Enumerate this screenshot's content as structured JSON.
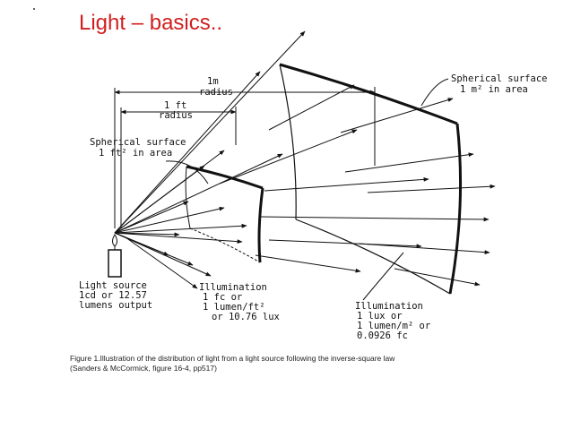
{
  "slide": {
    "title": "Light – basics.."
  },
  "figure": {
    "labels": {
      "radius_1m_l1": "1m",
      "radius_1m_l2": "radius",
      "radius_1ft_l1": "1 ft",
      "radius_1ft_l2": "radius",
      "small_surface_l1": "Spherical surface",
      "small_surface_l2": "1 ft² in area",
      "large_surface_l1": "Spherical surface",
      "large_surface_l2": "1 m² in area",
      "source_l1": "Light source",
      "source_l2": "1cd or 12.57",
      "source_l3": "lumens output",
      "illum_ft_l1": "Illumination",
      "illum_ft_l2": "1 fc or",
      "illum_ft_l3": "1 lumen/ft²",
      "illum_ft_l4": "or 10.76 lux",
      "illum_m_l1": "Illumination",
      "illum_m_l2": "1 lux or",
      "illum_m_l3": "1 lumen/m² or",
      "illum_m_l4": "0.0926 fc"
    }
  },
  "caption": {
    "line1": "Figure 1.Illustration of the distribution of light from a light source following the inverse-square law",
    "line2": "(Sanders & McCormick, figure 16-4, pp517)"
  }
}
